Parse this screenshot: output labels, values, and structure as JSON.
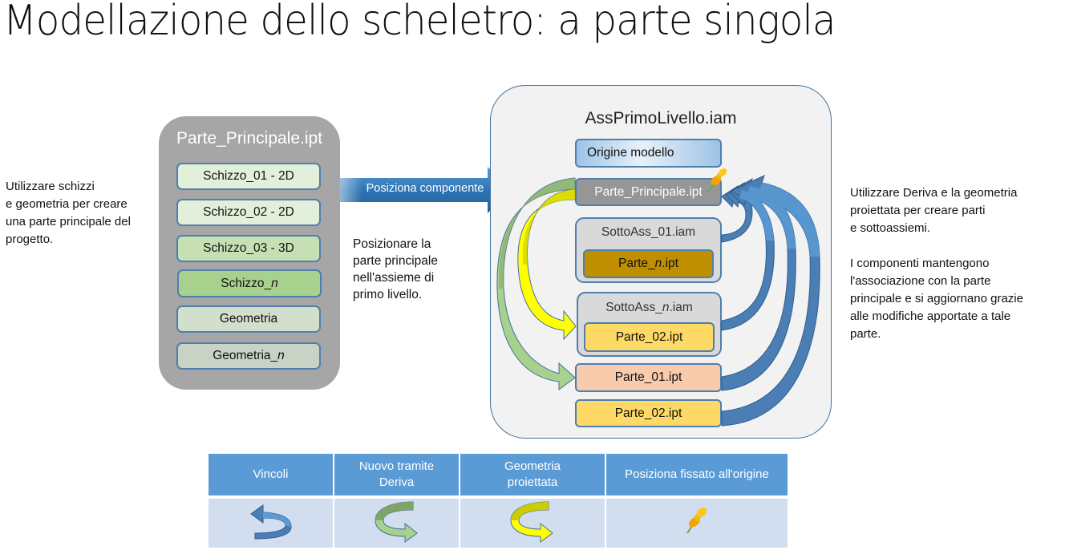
{
  "title": "Modellazione dello scheletro: a parte singola",
  "notes": {
    "left": "Utilizzare schizzi\ne geometria per creare\nuna parte principale del\nprogetto.",
    "middle": "Posizionare la\nparte principale\nnell'assieme di\nprimo livello.",
    "right": "Utilizzare Deriva e la geometria\nproiettata per creare parti\ne sottoassiemi.\n\nI componenti mantengono\nl'associazione con la parte\nprincipale e si aggiornano grazie\nalle modifiche apportate a tale\nparte."
  },
  "part": {
    "title": "Parte_Principale.ipt",
    "features": [
      {
        "label": "Schizzo_01 - 2D",
        "color": "#e2efda"
      },
      {
        "label": "Schizzo_02 - 2D",
        "color": "#e2efda"
      },
      {
        "label": "Schizzo_03 - 3D",
        "color": "#c6e0b4"
      },
      {
        "label_prefix": "Schizzo_",
        "label_italic": "n",
        "color": "#a9d18e"
      },
      {
        "label": "Geometria",
        "color": "#d3dfcd"
      },
      {
        "label_prefix": "Geometria_",
        "label_italic": "n",
        "color": "#c9d3c5"
      }
    ]
  },
  "place_arrow": {
    "label": "Posiziona componente",
    "color": "#2e75b6"
  },
  "assembly": {
    "title": "AssPrimoLivello.iam",
    "origin": {
      "label": "Origine modello"
    },
    "main_part": {
      "label": "Parte_Principale.ipt",
      "pinned": true
    },
    "sub1": {
      "title": "SottoAss_01.iam",
      "part_prefix": "Parte_",
      "part_italic": "n",
      "part_suffix": ".ipt",
      "part_color": "#bf8f00"
    },
    "sub2": {
      "title_prefix": "SottoAss_",
      "title_italic": "n",
      "title_suffix": ".iam",
      "part": "Parte_02.ipt",
      "part_color": "#ffd966"
    },
    "parts": [
      {
        "label": "Parte_01.ipt",
        "color": "#f8cbad"
      },
      {
        "label": "Parte_02.ipt",
        "color": "#ffd966"
      }
    ]
  },
  "legend": {
    "headers": [
      "Vincoli",
      "Nuovo tramite\nDeriva",
      "Geometria\nproiettata",
      "Posiziona fissato all'origine"
    ],
    "icons": [
      "blue-constraint-arrow-icon",
      "green-derive-arrow-icon",
      "yellow-projected-geometry-arrow-icon",
      "pushpin-icon"
    ]
  },
  "colors": {
    "constraint_blue": "#4f81bd",
    "derive_green": "#a9d18e",
    "projected_yellow": "#ffff00",
    "pin_orange": "#f4b400"
  }
}
